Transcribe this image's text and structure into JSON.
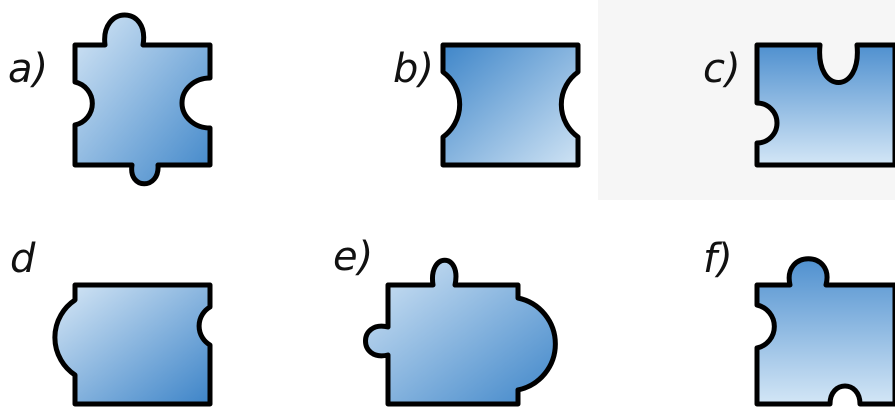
{
  "colors": {
    "outline": "#000000",
    "fill_light": "#cfe3f4",
    "fill_dark": "#3f86c9",
    "background": "#ffffff"
  },
  "pieces": [
    {
      "id": "a",
      "label": "a)"
    },
    {
      "id": "b",
      "label": "b)"
    },
    {
      "id": "c",
      "label": "c)"
    },
    {
      "id": "d",
      "label": "d"
    },
    {
      "id": "e",
      "label": "e)"
    },
    {
      "id": "f",
      "label": "f)"
    }
  ]
}
